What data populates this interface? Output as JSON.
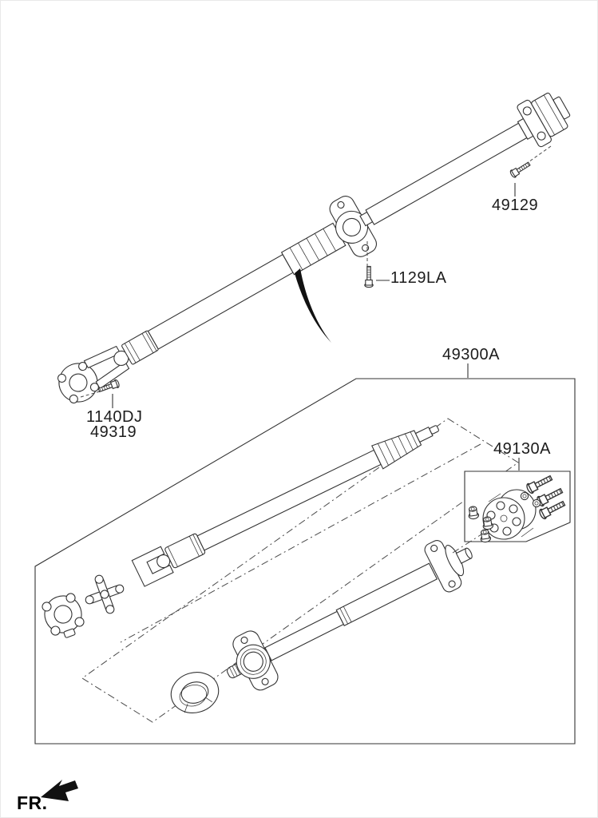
{
  "diagram": {
    "background_color": "#ffffff",
    "line_color": "#333333",
    "fr_marker": "FR.",
    "callouts": {
      "rear_flange_bolt": "49129",
      "center_bearing_bolt": "1129LA",
      "front_flange_bolt": "1140DJ",
      "companion_flange": "49319",
      "propeller_shaft_assembly": "49300A",
      "flexible_coupling_kit": "49130A"
    }
  }
}
